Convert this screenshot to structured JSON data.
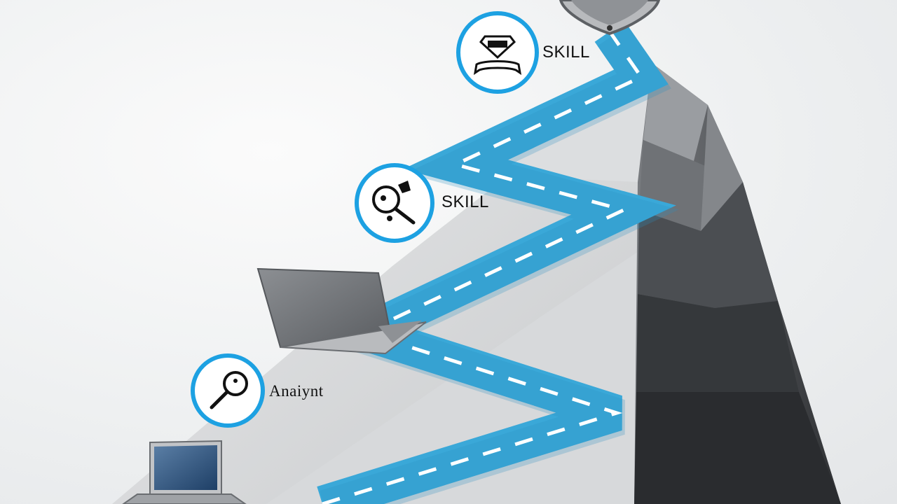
{
  "milestones": [
    {
      "label": "SKILL",
      "icon": "badge-icon"
    },
    {
      "label": "SKILL",
      "icon": "magnifier-tools-icon"
    },
    {
      "label": "Anaiynt",
      "icon": "magnifier-icon"
    }
  ],
  "colors": {
    "path_blue": "#3aa8d8",
    "ring_blue": "#1da1e2",
    "dash_white": "#ffffff"
  },
  "objects": [
    "laptop-icon",
    "laptop-icon",
    "shield-icon"
  ]
}
